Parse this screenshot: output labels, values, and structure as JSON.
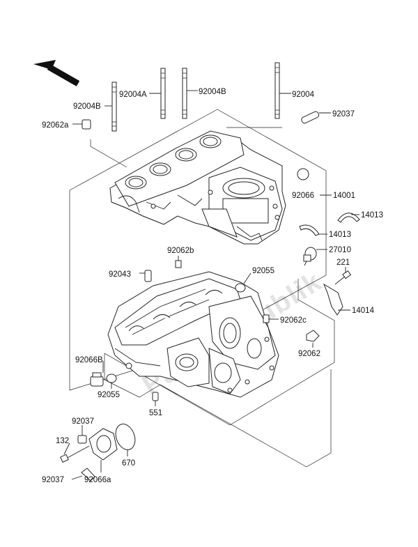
{
  "watermark": "PartsRepublik",
  "labels": {
    "p92004A": "92004A",
    "p92004B_top": "92004B",
    "p92004": "92004",
    "p92004B_left": "92004B",
    "p92037_top": "92037",
    "p92062a": "92062a",
    "p92066_top": "92066",
    "p14001": "14001",
    "p14013_a": "14013",
    "p14013_b": "14013",
    "p27010": "27010",
    "p221": "221",
    "p14014": "14014",
    "p92062b": "92062b",
    "p92043": "92043",
    "p92055_top": "92055",
    "p92062c": "92062c",
    "p92062": "92062",
    "p92066B": "92066B",
    "p92055_left": "92055",
    "p551": "551",
    "p92037_mid": "92037",
    "p132": "132",
    "p670": "670",
    "p92037_bot": "92037",
    "p92066a": "92066a"
  }
}
